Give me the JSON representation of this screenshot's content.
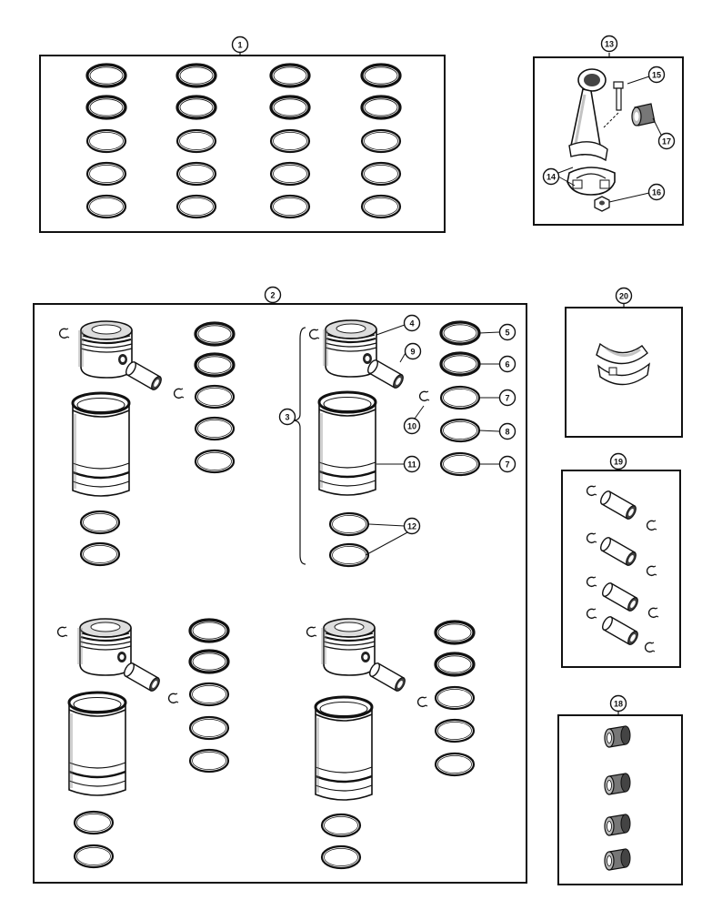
{
  "callouts": {
    "c1": "1",
    "c2": "2",
    "c3": "3",
    "c4": "4",
    "c5": "5",
    "c6": "6",
    "c7a": "7",
    "c7b": "7",
    "c8": "8",
    "c9": "9",
    "c10": "10",
    "c11": "11",
    "c12": "12",
    "c13": "13",
    "c14": "14",
    "c15": "15",
    "c16": "16",
    "c17": "17",
    "c18": "18",
    "c19": "19",
    "c20": "20"
  },
  "colors": {
    "ink": "#111111",
    "shade": "#555555",
    "paper": "#ffffff"
  }
}
